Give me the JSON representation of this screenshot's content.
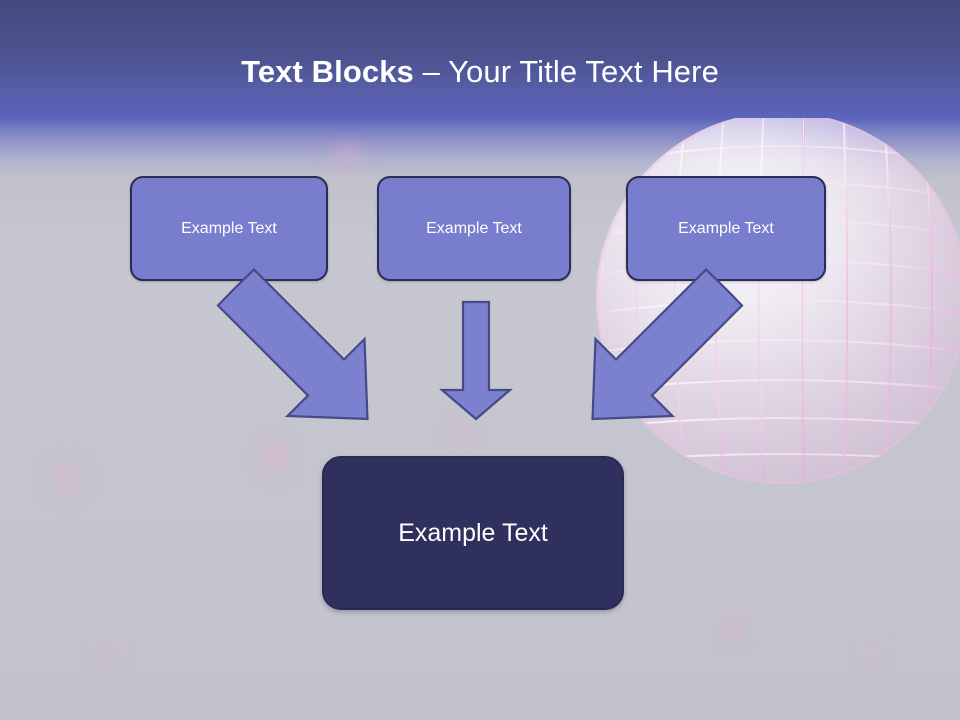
{
  "slide": {
    "title_strong": "Text Blocks",
    "title_light": " – Your Title Text Here",
    "title_full": "Text Blocks – Your Title Text Here"
  },
  "blocks": {
    "top": [
      {
        "id": "block-1",
        "label": "Example Text"
      },
      {
        "id": "block-2",
        "label": "Example Text"
      },
      {
        "id": "block-3",
        "label": "Example Text"
      }
    ],
    "bottom": {
      "id": "block-result",
      "label": "Example Text"
    }
  },
  "arrows": [
    {
      "id": "arrow-left",
      "direction": "down-right"
    },
    {
      "id": "arrow-middle",
      "direction": "down"
    },
    {
      "id": "arrow-right",
      "direction": "down-left"
    }
  ],
  "graphics": {
    "background_image": "disco-ball-sphere",
    "background_position": "upper-right"
  },
  "colors": {
    "title_bar_top": "#434a7e",
    "title_bar_bottom": "#5c63bc",
    "page_background": "#c6c6d0",
    "block_fill": "#787dcd",
    "block_border": "#2c2c54",
    "block_text": "#ffffff",
    "result_fill": "#30305e",
    "arrow_fill": "#7b80cf",
    "arrow_border": "#454a87"
  }
}
